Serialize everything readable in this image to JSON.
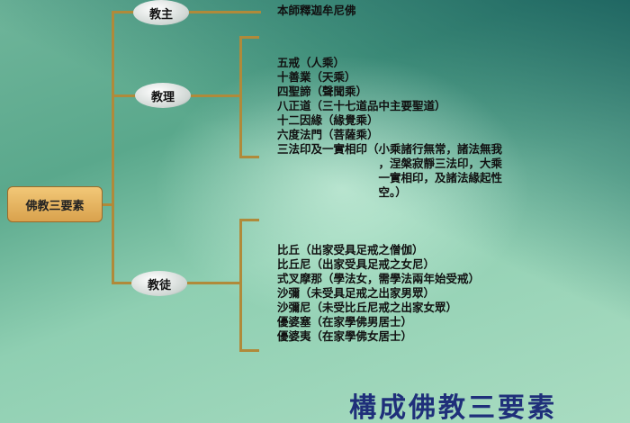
{
  "root": "佛教三要素",
  "nodes": {
    "teacher": "教主",
    "doctrine": "教理",
    "followers": "教徒"
  },
  "teacher_text": "本師釋迦牟尼佛",
  "doctrine_items": [
    "五戒（人乘）",
    "十善業（天乘）",
    "四聖諦（聲聞乘）",
    "八正道（三十七道品中主要聖道）",
    "十二因緣（緣覺乘）",
    "六度法門（菩薩乘）",
    "三法印及一實相印（小乘諸行無常，諸法無我",
    "　　　　　　　　　，涅槃寂靜三法印，大乘",
    "　　　　　　　　　一實相印，及諸法緣起性",
    "　　　　　　　　　空。）"
  ],
  "follower_items": [
    "比丘（出家受具足戒之僧伽）",
    "比丘尼（出家受具足戒之女尼）",
    "式叉摩那（學法女，需學法兩年始受戒）",
    "沙彌（未受具足戒之出家男眾）",
    "沙彌尼（未受比丘尼戒之出家女眾）",
    "優婆塞（在家學佛男居士）",
    "優婆夷（在家學佛女居士）"
  ],
  "title": "構成佛教三要素",
  "colors": {
    "connector": "#b08a3a",
    "title": "#1f2f7a",
    "root_box": "#e0ad5a"
  }
}
